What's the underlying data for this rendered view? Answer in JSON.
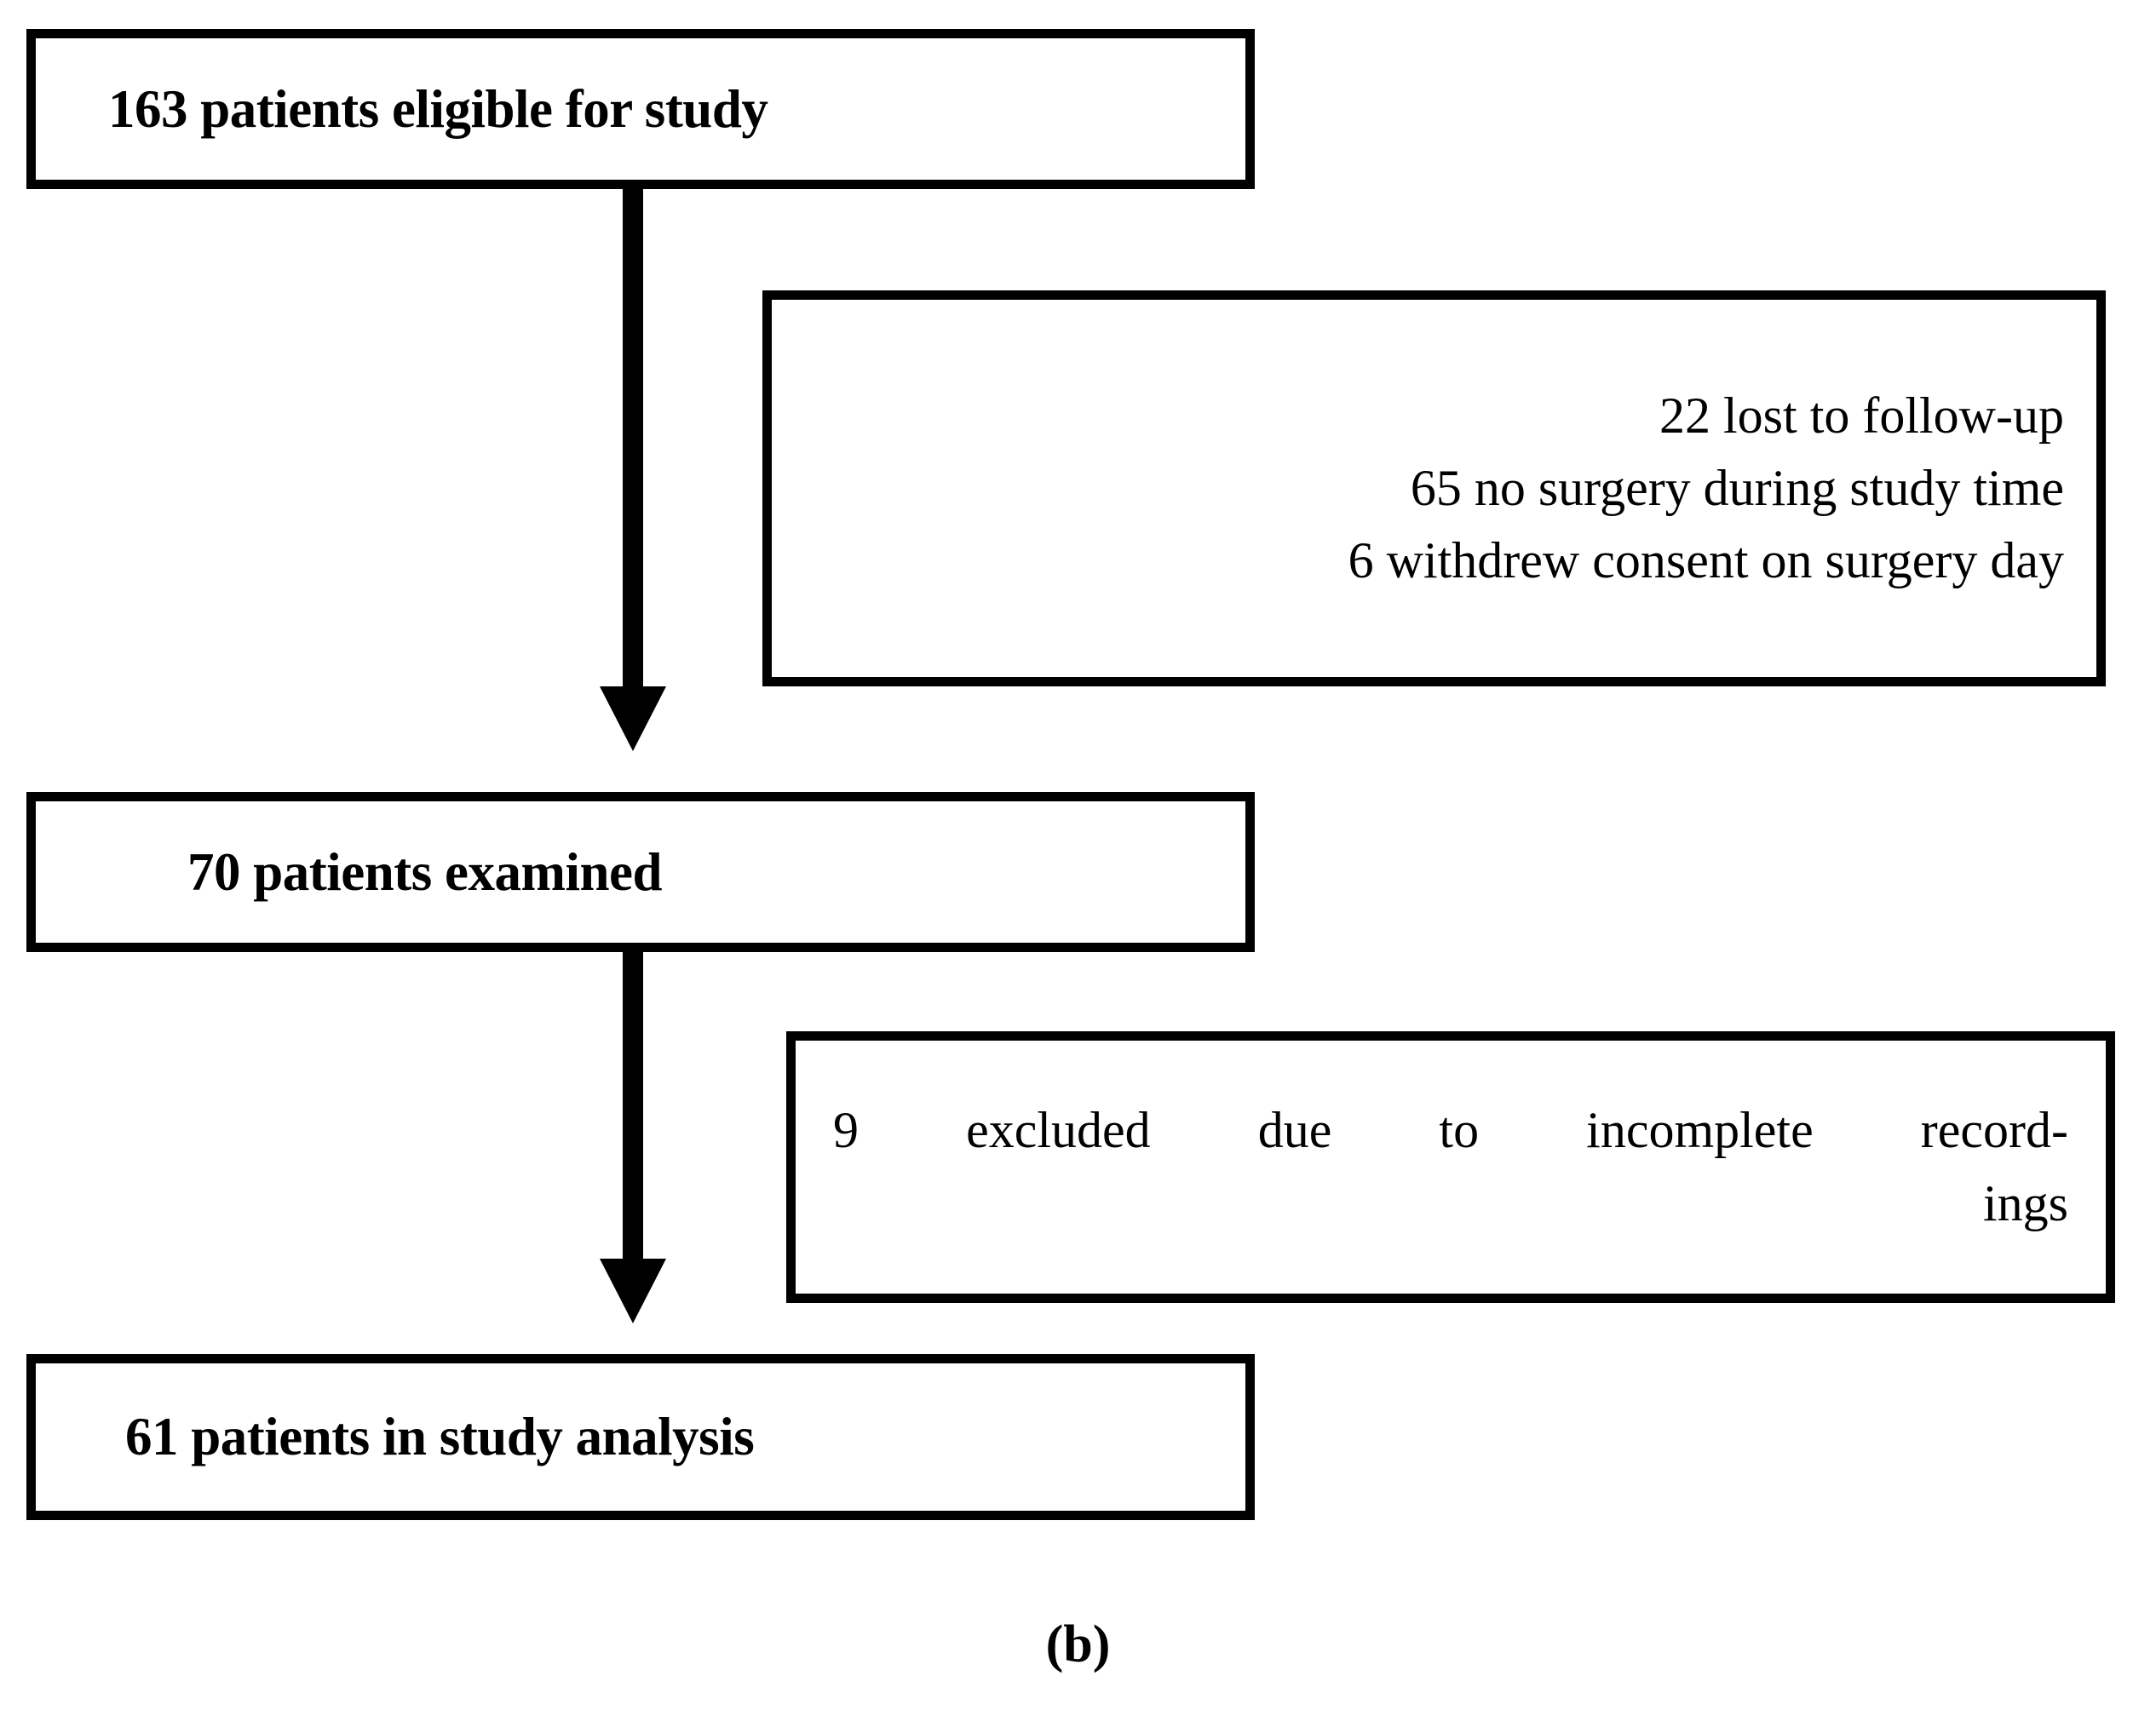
{
  "figure": {
    "caption": "(b)",
    "type": "patient-flow-diagram",
    "colors": {
      "background": "#ffffff",
      "stroke": "#000000",
      "text": "#000000"
    }
  },
  "flow": {
    "nodes": [
      {
        "id": "eligible",
        "label": "163 patients eligible for study",
        "count": 163,
        "emphasis": "bold"
      },
      {
        "id": "examined",
        "label": "70 patients examined",
        "count": 70,
        "emphasis": "bold"
      },
      {
        "id": "analysis",
        "label": "61 patients in study analysis",
        "count": 61,
        "emphasis": "bold"
      }
    ],
    "exclusion_groups": [
      {
        "id": "exclusions-1",
        "after_node": "eligible",
        "lines": [
          "22 lost to follow-up",
          "65 no surgery during study time",
          "6 withdrew consent on surgery day"
        ],
        "counts": [
          22,
          65,
          6
        ]
      },
      {
        "id": "exclusions-2",
        "after_node": "examined",
        "lines": [
          "9 excluded due to incomplete record-",
          "ings"
        ],
        "counts": [
          9
        ]
      }
    ],
    "arrows": [
      {
        "id": "arrow-1",
        "from": "eligible",
        "to": "examined",
        "direction": "down"
      },
      {
        "id": "arrow-2",
        "from": "examined",
        "to": "analysis",
        "direction": "down"
      }
    ]
  }
}
